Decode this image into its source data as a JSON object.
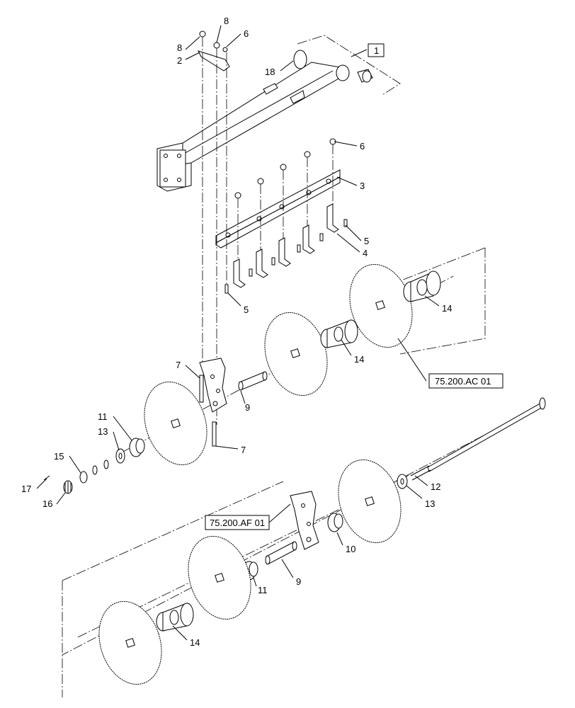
{
  "callouts": [
    {
      "id": "c8a",
      "text": "8"
    },
    {
      "id": "c8b",
      "text": "8"
    },
    {
      "id": "c6a",
      "text": "6"
    },
    {
      "id": "c2",
      "text": "2"
    },
    {
      "id": "c18",
      "text": "18"
    },
    {
      "id": "c1",
      "text": "1"
    },
    {
      "id": "c6b",
      "text": "6"
    },
    {
      "id": "c3",
      "text": "3"
    },
    {
      "id": "c5a",
      "text": "5"
    },
    {
      "id": "c4",
      "text": "4"
    },
    {
      "id": "c5b",
      "text": "5"
    },
    {
      "id": "c14a",
      "text": "14"
    },
    {
      "id": "c14b",
      "text": "14"
    },
    {
      "id": "c7a",
      "text": "7"
    },
    {
      "id": "c9a",
      "text": "9"
    },
    {
      "id": "c7b",
      "text": "7"
    },
    {
      "id": "c11a",
      "text": "11"
    },
    {
      "id": "c13a",
      "text": "13"
    },
    {
      "id": "c15",
      "text": "15"
    },
    {
      "id": "c17",
      "text": "17"
    },
    {
      "id": "c16",
      "text": "16"
    },
    {
      "id": "c12",
      "text": "12"
    },
    {
      "id": "c13b",
      "text": "13"
    },
    {
      "id": "c10",
      "text": "10"
    },
    {
      "id": "c9b",
      "text": "9"
    },
    {
      "id": "c11b",
      "text": "11"
    },
    {
      "id": "c14c",
      "text": "14"
    }
  ],
  "references": {
    "ac01": "75.200.AC 01",
    "af01": "75.200.AF 01"
  }
}
